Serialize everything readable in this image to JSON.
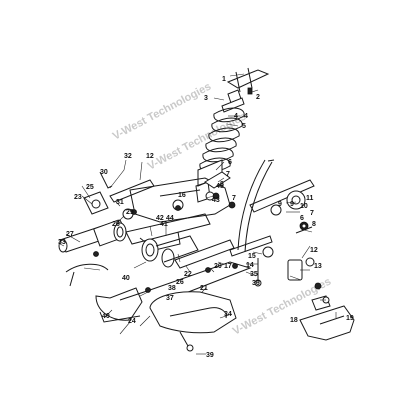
{
  "watermark": {
    "lines": [
      "V-West Technologies",
      "V-West Technologies",
      "V-West Technologies"
    ]
  },
  "callouts": [
    {
      "n": "1"
    },
    {
      "n": "2"
    },
    {
      "n": "3"
    },
    {
      "n": "4"
    },
    {
      "n": "5"
    },
    {
      "n": "6"
    },
    {
      "n": "7"
    },
    {
      "n": "8"
    },
    {
      "n": "9"
    },
    {
      "n": "10"
    },
    {
      "n": "11"
    },
    {
      "n": "7"
    },
    {
      "n": "8"
    },
    {
      "n": "12"
    },
    {
      "n": "13"
    },
    {
      "n": "14"
    },
    {
      "n": "15"
    },
    {
      "n": "16"
    },
    {
      "n": "17"
    },
    {
      "n": "18"
    },
    {
      "n": "19"
    },
    {
      "n": "20"
    },
    {
      "n": "21"
    },
    {
      "n": "22"
    },
    {
      "n": "23"
    },
    {
      "n": "24"
    },
    {
      "n": "25"
    },
    {
      "n": "26"
    },
    {
      "n": "27"
    },
    {
      "n": "28"
    },
    {
      "n": "29"
    },
    {
      "n": "30"
    },
    {
      "n": "31"
    },
    {
      "n": "32"
    },
    {
      "n": "33"
    },
    {
      "n": "34"
    },
    {
      "n": "35"
    },
    {
      "n": "36"
    },
    {
      "n": "37"
    },
    {
      "n": "38"
    },
    {
      "n": "39"
    },
    {
      "n": "40"
    },
    {
      "n": "40"
    },
    {
      "n": "41"
    },
    {
      "n": "42"
    },
    {
      "n": "43"
    },
    {
      "n": "44"
    },
    {
      "n": "45"
    },
    {
      "n": "12"
    },
    {
      "n": "6"
    },
    {
      "n": "9"
    },
    {
      "n": "4"
    },
    {
      "n": "7"
    }
  ]
}
